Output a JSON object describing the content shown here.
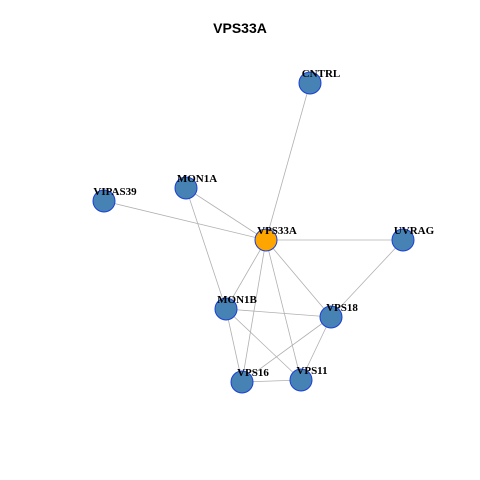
{
  "title": "VPS33A",
  "colors": {
    "node": "#4682b4",
    "hub": "#ffa500",
    "node_border": "#1a3fd6",
    "edge": "#b0b0b0"
  },
  "nodes": [
    {
      "id": "VPS33A",
      "label": "VPS33A",
      "hub": true
    },
    {
      "id": "CNTRL",
      "label": "CNTRL"
    },
    {
      "id": "MON1A",
      "label": "MON1A"
    },
    {
      "id": "VIPAS39",
      "label": "VIPAS39"
    },
    {
      "id": "UVRAG",
      "label": "UVRAG"
    },
    {
      "id": "MON1B",
      "label": "MON1B"
    },
    {
      "id": "VPS18",
      "label": "VPS18"
    },
    {
      "id": "VPS16",
      "label": "VPS16"
    },
    {
      "id": "VPS11",
      "label": "VPS11"
    }
  ],
  "edges": [
    [
      "VPS33A",
      "CNTRL"
    ],
    [
      "VPS33A",
      "MON1A"
    ],
    [
      "VPS33A",
      "VIPAS39"
    ],
    [
      "VPS33A",
      "UVRAG"
    ],
    [
      "VPS33A",
      "MON1B"
    ],
    [
      "VPS33A",
      "VPS18"
    ],
    [
      "VPS33A",
      "VPS16"
    ],
    [
      "VPS33A",
      "VPS11"
    ],
    [
      "MON1A",
      "MON1B"
    ],
    [
      "UVRAG",
      "VPS18"
    ],
    [
      "MON1B",
      "VPS18"
    ],
    [
      "MON1B",
      "VPS16"
    ],
    [
      "MON1B",
      "VPS11"
    ],
    [
      "VPS18",
      "VPS16"
    ],
    [
      "VPS18",
      "VPS11"
    ],
    [
      "VPS16",
      "VPS11"
    ]
  ]
}
